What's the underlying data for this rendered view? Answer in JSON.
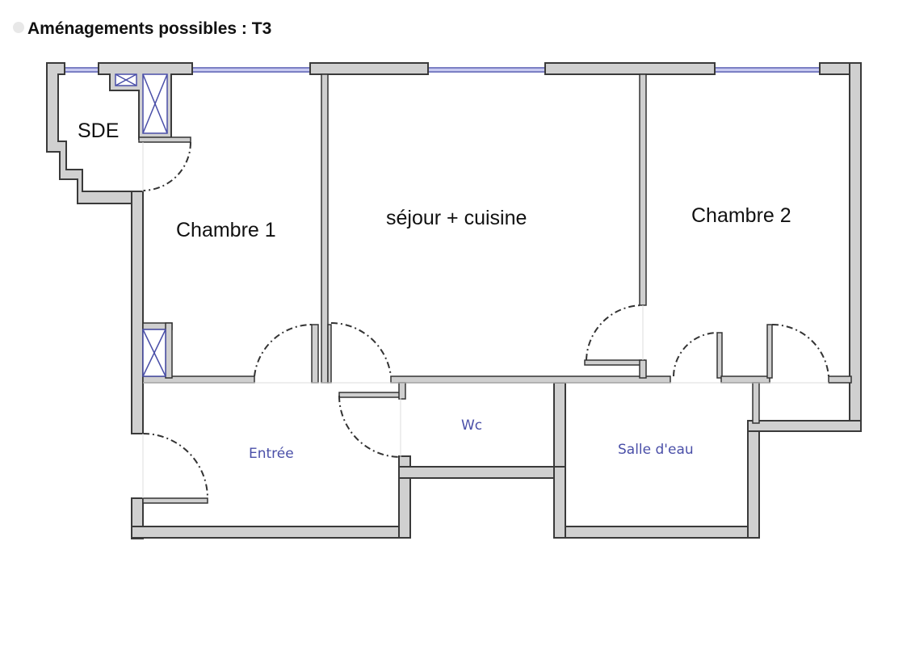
{
  "title": "Aménagements possibles : T3",
  "rooms": {
    "sde": "SDE",
    "chambre1": "Chambre 1",
    "sejour": "séjour + cuisine",
    "chambre2": "Chambre 2",
    "entree": "Entrée",
    "wc": "Wc",
    "salle_deau": "Salle d'eau"
  },
  "colors": {
    "wall_fill": "#d0d0d0",
    "wall_stroke": "#3a3a3a",
    "window": "#7b7fc4",
    "small_label": "#4a4fa8",
    "large_label": "#111111"
  }
}
